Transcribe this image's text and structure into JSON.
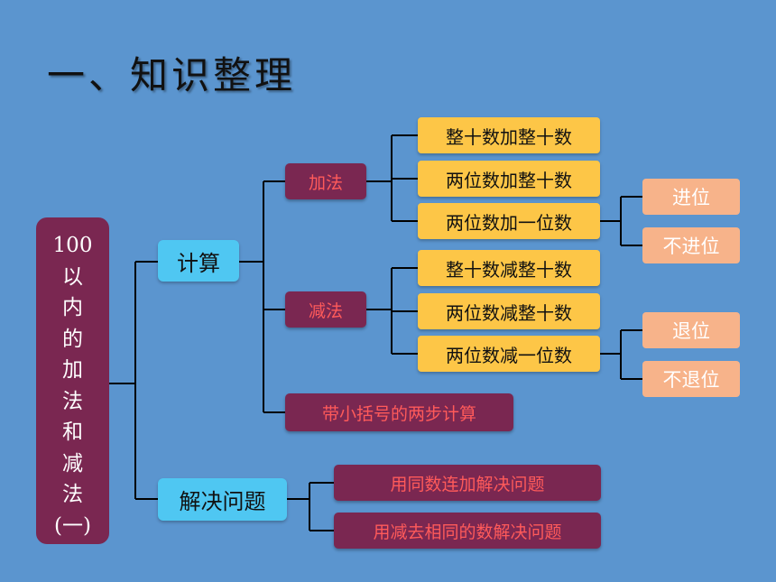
{
  "title": "一、知识整理",
  "root": {
    "lines": [
      "100",
      "以",
      "内",
      "的",
      "加",
      "法",
      "和",
      "减",
      "法",
      "(一)"
    ]
  },
  "level1": {
    "compute": "计算",
    "solve": "解决问题"
  },
  "level2": {
    "addition": "加法",
    "subtraction": "减法",
    "brackets": "带小括号的两步计算",
    "solve_items": [
      "用同数连加解决问题",
      "用减去相同的数解决问题"
    ]
  },
  "addition_items": [
    "整十数加整十数",
    "两位数加整十数",
    "两位数加一位数"
  ],
  "subtraction_items": [
    "整十数减整十数",
    "两位数减整十数",
    "两位数减一位数"
  ],
  "carry": [
    "进位",
    "不进位"
  ],
  "borrow": [
    "退位",
    "不退位"
  ],
  "colors": {
    "background": "#5b95cf",
    "root": "#7a2751",
    "cyan": "#4fc7f2",
    "maroon": "#7a2751",
    "maroon_text": "#ff5a5a",
    "yellow": "#fdc647",
    "peach": "#f7b38a"
  }
}
